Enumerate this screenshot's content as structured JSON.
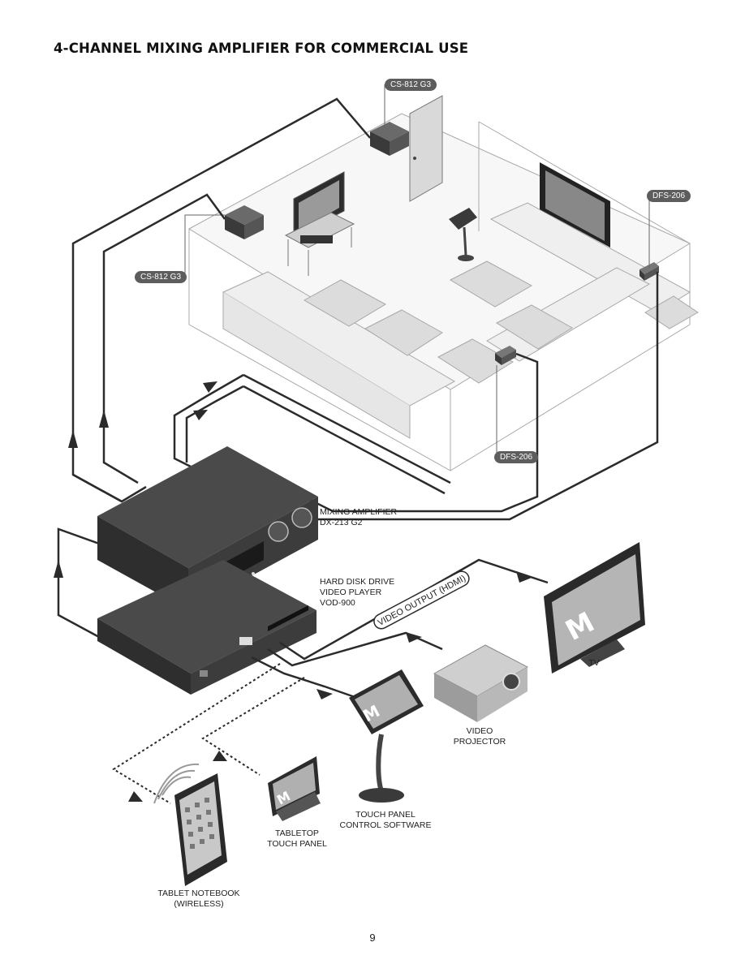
{
  "title": "4-CHANNEL MIXING AMPLIFIER FOR COMMERCIAL USE",
  "page_number": "9",
  "speakers": {
    "top": "CS-812 G3",
    "left": "CS-812 G3",
    "wall": "DFS-206",
    "floor": "DFS-206"
  },
  "devices": {
    "amplifier": [
      "MIXING AMPLIFIER",
      "DX-213 G2"
    ],
    "player": [
      "HARD DISK DRIVE",
      "VIDEO PLAYER",
      "VOD-900"
    ],
    "tv": [
      "TV"
    ],
    "projector": [
      "VIDEO",
      "PROJECTOR"
    ],
    "touch_panel": [
      "TOUCH PANEL",
      "CONTROL SOFTWARE"
    ],
    "tabletop": [
      "TABLETOP",
      "TOUCH PANEL"
    ],
    "tablet": [
      "TABLET NOTEBOOK",
      "(WIRELESS)"
    ]
  },
  "cable_label": "VIDEO OUTPUT (HDMI)",
  "colors": {
    "cable": "#2b2b2b",
    "room_line": "#9a9a9a",
    "device_dark": "#3a3a3a",
    "pill_bg": "#5d5d5d"
  }
}
